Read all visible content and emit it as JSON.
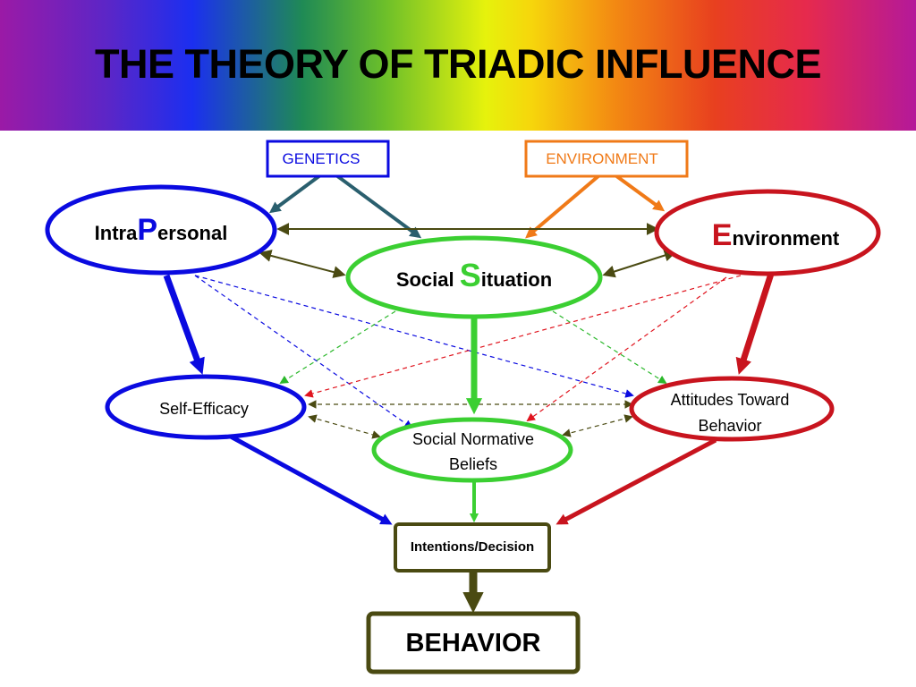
{
  "title": "THE THEORY OF TRIADIC INFLUENCE",
  "colors": {
    "blue": "#0a0ae0",
    "red": "#c8141e",
    "green": "#3bcf32",
    "olive": "#4a4a12",
    "teal": "#2a5f6e",
    "orange": "#f07a18"
  },
  "nodes": {
    "genetics": "GENETICS",
    "environment_source": "ENVIRONMENT",
    "intrapersonal": {
      "prefix": "Intra",
      "big": "P",
      "suffix": "ersonal"
    },
    "social_situation": {
      "prefix": "Social ",
      "big": "S",
      "suffix": "ituation"
    },
    "environment": {
      "big": "E",
      "suffix": "nvironment"
    },
    "self_efficacy": "Self-Efficacy",
    "social_normative": [
      "Social Normative",
      "Beliefs"
    ],
    "attitudes": [
      "Attitudes Toward",
      "Behavior"
    ],
    "intentions": "Intentions/Decision",
    "behavior": "BEHAVIOR"
  }
}
